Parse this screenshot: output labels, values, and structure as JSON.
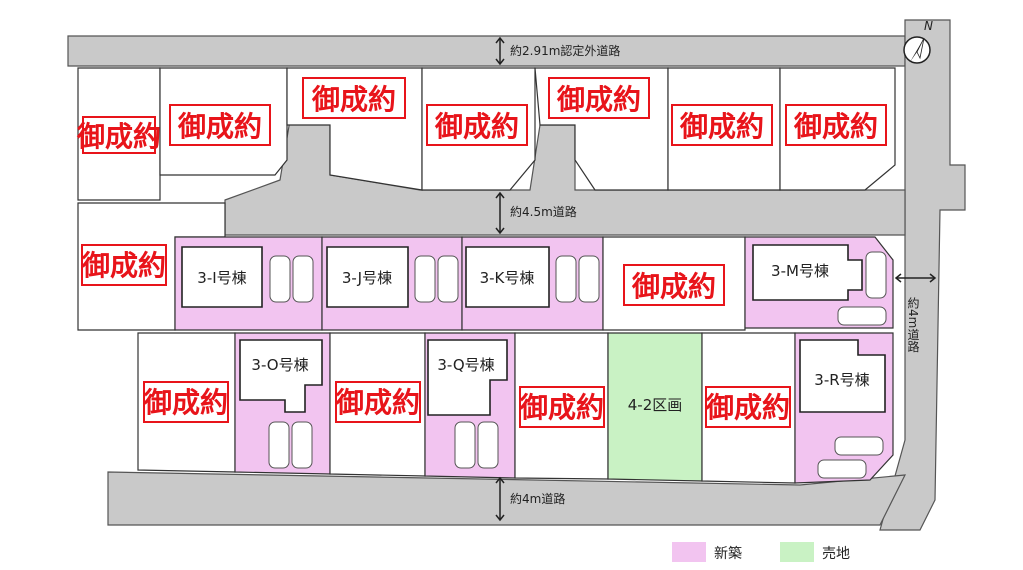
{
  "roads": {
    "top": "約2.91m認定外道路",
    "middle": "約4.5m道路",
    "bottom": "約4m道路",
    "right": "約4m道路"
  },
  "compass": {
    "north": "N"
  },
  "stamp_label": "御成約",
  "buildings": {
    "3I": "3-I号棟",
    "3J": "3-J号棟",
    "3K": "3-K号棟",
    "3M": "3-M号棟",
    "3O": "3-O号棟",
    "3Q": "3-Q号棟",
    "3R": "3-R号棟"
  },
  "sale_lot": "4-2区画",
  "legend": {
    "new_label": "新築",
    "new_color": "#f2c4f0",
    "sale_label": "売地",
    "sale_color": "#c9f2c4"
  }
}
